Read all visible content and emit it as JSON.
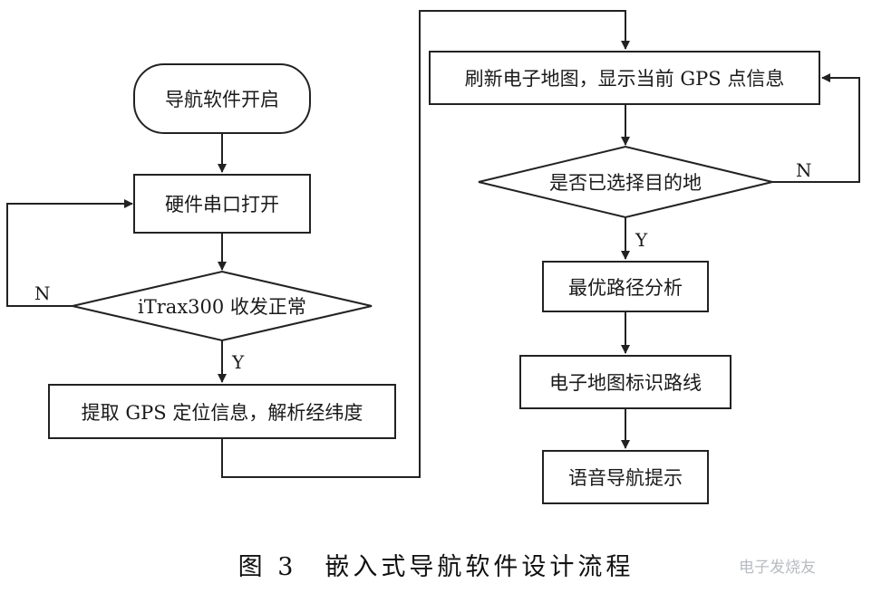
{
  "nodes": {
    "start": "导航软件开启",
    "serial_open": "硬件串口打开",
    "itrax_check": "iTrax300 收发正常",
    "extract_gps": "提取 GPS 定位信息，解析经纬度",
    "refresh_map": "刷新电子地图，显示当前 GPS 点信息",
    "dest_check": "是否已选择目的地",
    "route_analysis": "最优路径分析",
    "map_mark": "电子地图标识路线",
    "voice_nav": "语音导航提示"
  },
  "branch_labels": {
    "itrax_no": "N",
    "itrax_yes": "Y",
    "dest_no": "N",
    "dest_yes": "Y"
  },
  "caption": "图 3　嵌入式导航软件设计流程",
  "watermark": "电子发烧友"
}
